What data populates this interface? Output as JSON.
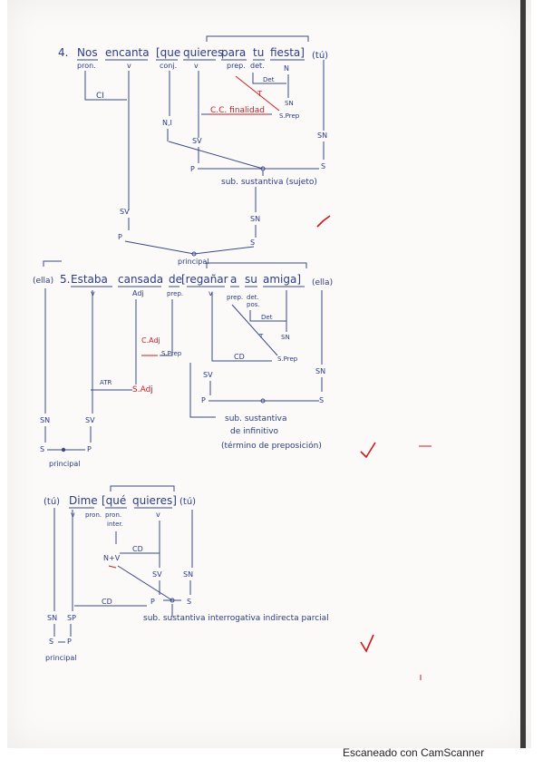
{
  "ex4": {
    "number": "4.",
    "words": [
      "Nos",
      "encanta",
      "[que",
      "quieres",
      "para",
      "tu",
      "fiesta]",
      "(tú)"
    ],
    "tags": [
      "pron.",
      "v",
      "conj.",
      "v",
      "prep.",
      "det.",
      "N"
    ],
    "ci": "CI",
    "det": "Det",
    "t": "T",
    "cc": "C.C. finalidad",
    "sprep": "S.Prep",
    "ni": "N,I",
    "sv": "SV",
    "sn": "SN",
    "p": "P",
    "s": "S",
    "sub": "sub. sustantiva (sujeto)",
    "principal": "principal"
  },
  "ex5": {
    "ella_left": "(ella)",
    "number": "5.",
    "words": [
      "Estaba",
      "cansada",
      "de",
      "[regañar",
      "a",
      "su",
      "amiga]",
      "(ella)"
    ],
    "tags": [
      "v",
      "Adj",
      "prep.",
      "v",
      "prep.",
      "det.",
      "pos."
    ],
    "det": "Det",
    "t": "T",
    "cd": "CD",
    "sprep": "S.Prep",
    "cadj": "C.Adj",
    "sprep2": "S.Prep",
    "atr": "ATR",
    "sadj": "S.Adj",
    "sv": "SV",
    "sn": "SN",
    "p": "P",
    "s": "S",
    "sub": [
      "sub. sustantiva",
      "de infinitivo",
      "(término de preposición)"
    ],
    "principal": "principal"
  },
  "ex6": {
    "words": [
      "(tú)",
      "Dime",
      "[qué",
      "quieres]",
      "(tú)"
    ],
    "tags": [
      "v",
      "pron.",
      "pron.",
      "v"
    ],
    "inter": "inter.",
    "nv": "N+V",
    "cd": "CD",
    "sv": "SV",
    "sn": "SN",
    "sp": "SP",
    "p": "P",
    "s": "S",
    "cd2": "CD",
    "sub": "sub. sustantiva interrogativa indirecta parcial",
    "principal": "principal"
  },
  "footer": "Escaneado con CamScanner",
  "colors": {
    "ink": "#2a3a8a",
    "red": "#c81e28",
    "paper": "#fbfaf8"
  }
}
